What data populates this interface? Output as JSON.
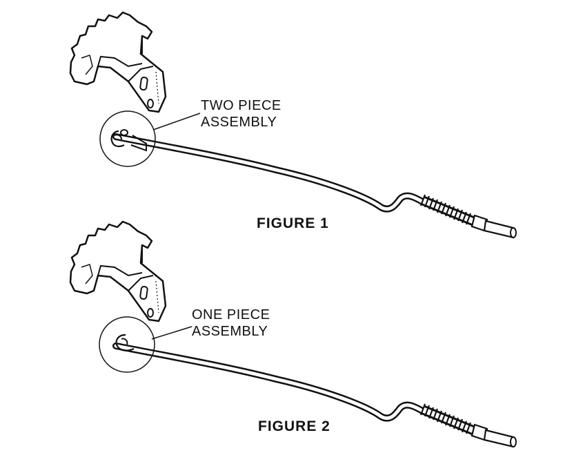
{
  "figure1": {
    "callout_line1": "TWO PIECE",
    "callout_line2": "ASSEMBLY",
    "caption": "FIGURE 1"
  },
  "figure2": {
    "callout_line1": "ONE PIECE",
    "callout_line2": "ASSEMBLY",
    "caption": "FIGURE 2"
  },
  "colors": {
    "ink": "#111111",
    "background": "#ffffff"
  }
}
